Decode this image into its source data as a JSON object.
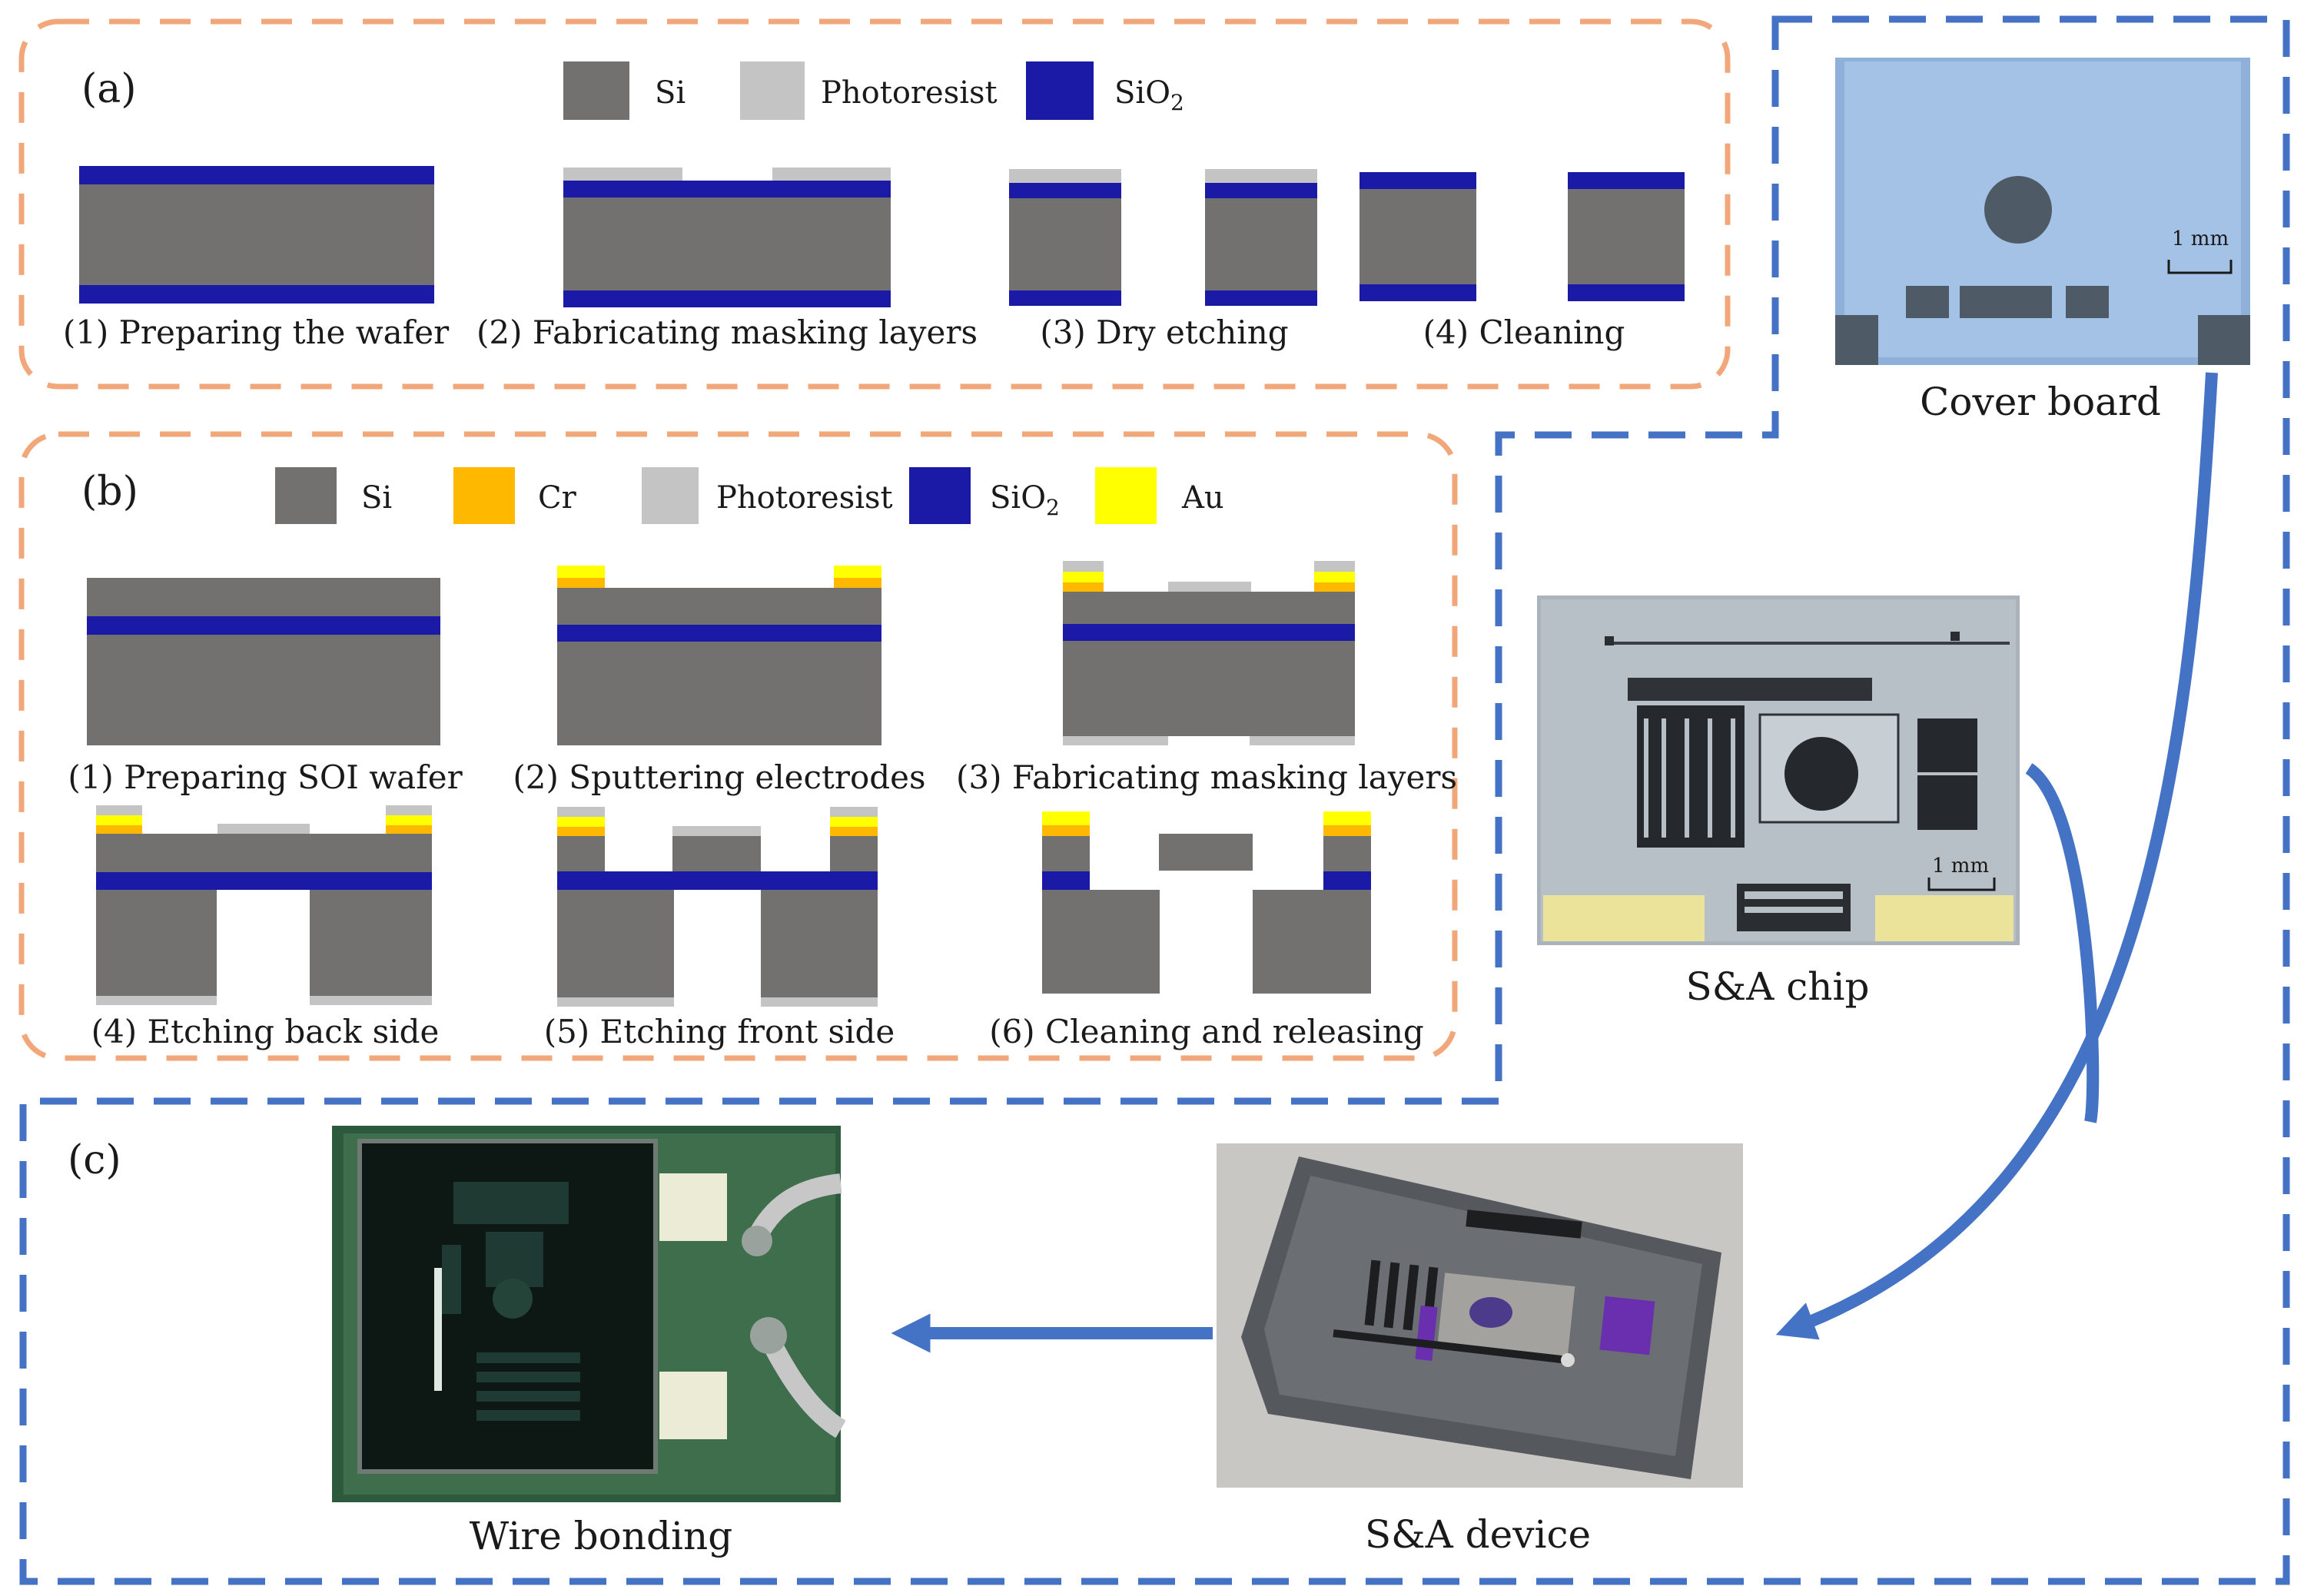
{
  "panel_a": {
    "label": "(a)",
    "legend": [
      {
        "name": "Si",
        "color": "#737070"
      },
      {
        "name": "Photoresist",
        "color": "#c4c4c4"
      },
      {
        "name": "SiO",
        "sub": "2",
        "color": "#1a1aa6"
      }
    ],
    "steps": [
      "(1) Preparing the wafer",
      "(2) Fabricating masking layers",
      "(3) Dry etching",
      "(4) Cleaning"
    ]
  },
  "panel_b": {
    "label": "(b)",
    "legend": [
      {
        "name": "Si",
        "color": "#737070"
      },
      {
        "name": "Cr",
        "color": "#ffb800"
      },
      {
        "name": "Photoresist",
        "color": "#c4c4c4"
      },
      {
        "name": "SiO",
        "sub": "2",
        "color": "#1a1aa6"
      },
      {
        "name": "Au",
        "color": "#ffff00"
      }
    ],
    "steps": [
      "(1) Preparing SOI wafer",
      "(2) Sputtering electrodes",
      "(3) Fabricating masking layers",
      "(4) Etching back side",
      "(5) Etching front side",
      "(6) Cleaning and releasing"
    ]
  },
  "panel_c": {
    "label": "(c)"
  },
  "photos": {
    "cover_board": {
      "caption": "Cover board",
      "scale_bar": "1 mm"
    },
    "sa_chip": {
      "caption": "S&A chip",
      "scale_bar": "1 mm"
    },
    "sa_device": {
      "caption": "S&A device"
    },
    "wire_bonding": {
      "caption": "Wire bonding"
    }
  },
  "colors": {
    "si": "#737070",
    "photoresist": "#c4c4c4",
    "sio2": "#1a1aa6",
    "cr": "#ffb800",
    "au": "#ffff00",
    "orange_dash": "#f2a77a",
    "blue_dash": "#4472c4",
    "arrow": "#4472c4"
  }
}
